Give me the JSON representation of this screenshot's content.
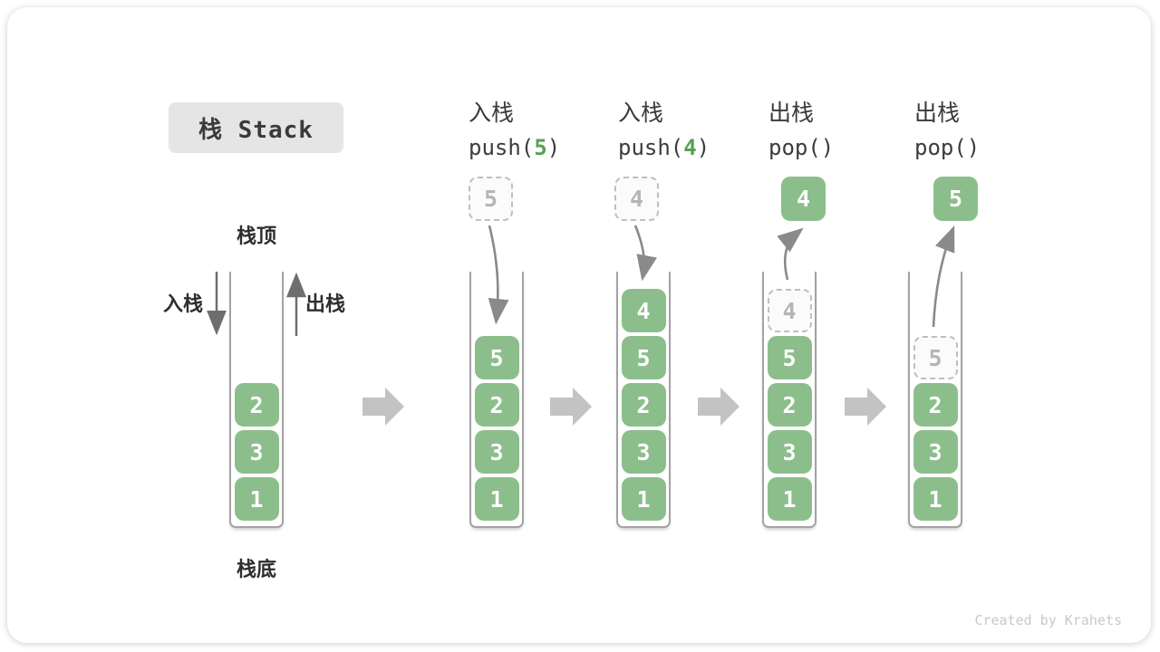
{
  "badge": {
    "label": "栈 Stack"
  },
  "first_stack": {
    "top_label": "栈顶",
    "bottom_label": "栈底",
    "push_label": "入栈",
    "pop_label": "出栈"
  },
  "stages": [
    {
      "name": "initial",
      "cells": [
        {
          "value": "2",
          "css": "cell solid"
        },
        {
          "value": "3",
          "css": "cell solid"
        },
        {
          "value": "1",
          "css": "cell solid"
        }
      ]
    },
    {
      "name": "push-5",
      "label": "入栈",
      "code_pre": "push(",
      "code_arg": "5",
      "code_suf": ")",
      "free": {
        "value": "5",
        "css": "freebox ghost"
      },
      "cells": [
        {
          "value": "5",
          "css": "cell solid"
        },
        {
          "value": "2",
          "css": "cell solid"
        },
        {
          "value": "3",
          "css": "cell solid"
        },
        {
          "value": "1",
          "css": "cell solid"
        }
      ]
    },
    {
      "name": "push-4",
      "label": "入栈",
      "code_pre": "push(",
      "code_arg": "4",
      "code_suf": ")",
      "free": {
        "value": "4",
        "css": "freebox ghost"
      },
      "cells": [
        {
          "value": "4",
          "css": "cell solid"
        },
        {
          "value": "5",
          "css": "cell solid"
        },
        {
          "value": "2",
          "css": "cell solid"
        },
        {
          "value": "3",
          "css": "cell solid"
        },
        {
          "value": "1",
          "css": "cell solid"
        }
      ]
    },
    {
      "name": "pop-4",
      "label": "出栈",
      "code_pre": "pop(",
      "code_arg": "",
      "code_suf": ")",
      "free": {
        "value": "4",
        "css": "freebox solid"
      },
      "cells": [
        {
          "value": "4",
          "css": "cell ghost"
        },
        {
          "value": "5",
          "css": "cell solid"
        },
        {
          "value": "2",
          "css": "cell solid"
        },
        {
          "value": "3",
          "css": "cell solid"
        },
        {
          "value": "1",
          "css": "cell solid"
        }
      ]
    },
    {
      "name": "pop-5",
      "label": "出栈",
      "code_pre": "pop(",
      "code_arg": "",
      "code_suf": ")",
      "free": {
        "value": "5",
        "css": "freebox solid"
      },
      "cells": [
        {
          "value": "5",
          "css": "cell ghost"
        },
        {
          "value": "2",
          "css": "cell solid"
        },
        {
          "value": "3",
          "css": "cell solid"
        },
        {
          "value": "1",
          "css": "cell solid"
        }
      ]
    }
  ],
  "watermark": {
    "text": "Created by Krahets"
  },
  "colors": {
    "cell_green": "#8cbe8c",
    "code_arg_green": "#55a155",
    "ghost_border": "#bfbfbf",
    "ghost_text": "#b5b5b5",
    "flow_arrow_gray": "#8a8a8a",
    "stage_arrow_gray": "#c3c3c3",
    "badge_bg": "#e5e5e5",
    "text_dark": "#3a3a3a",
    "watermark_gray": "#c9c9c9"
  }
}
